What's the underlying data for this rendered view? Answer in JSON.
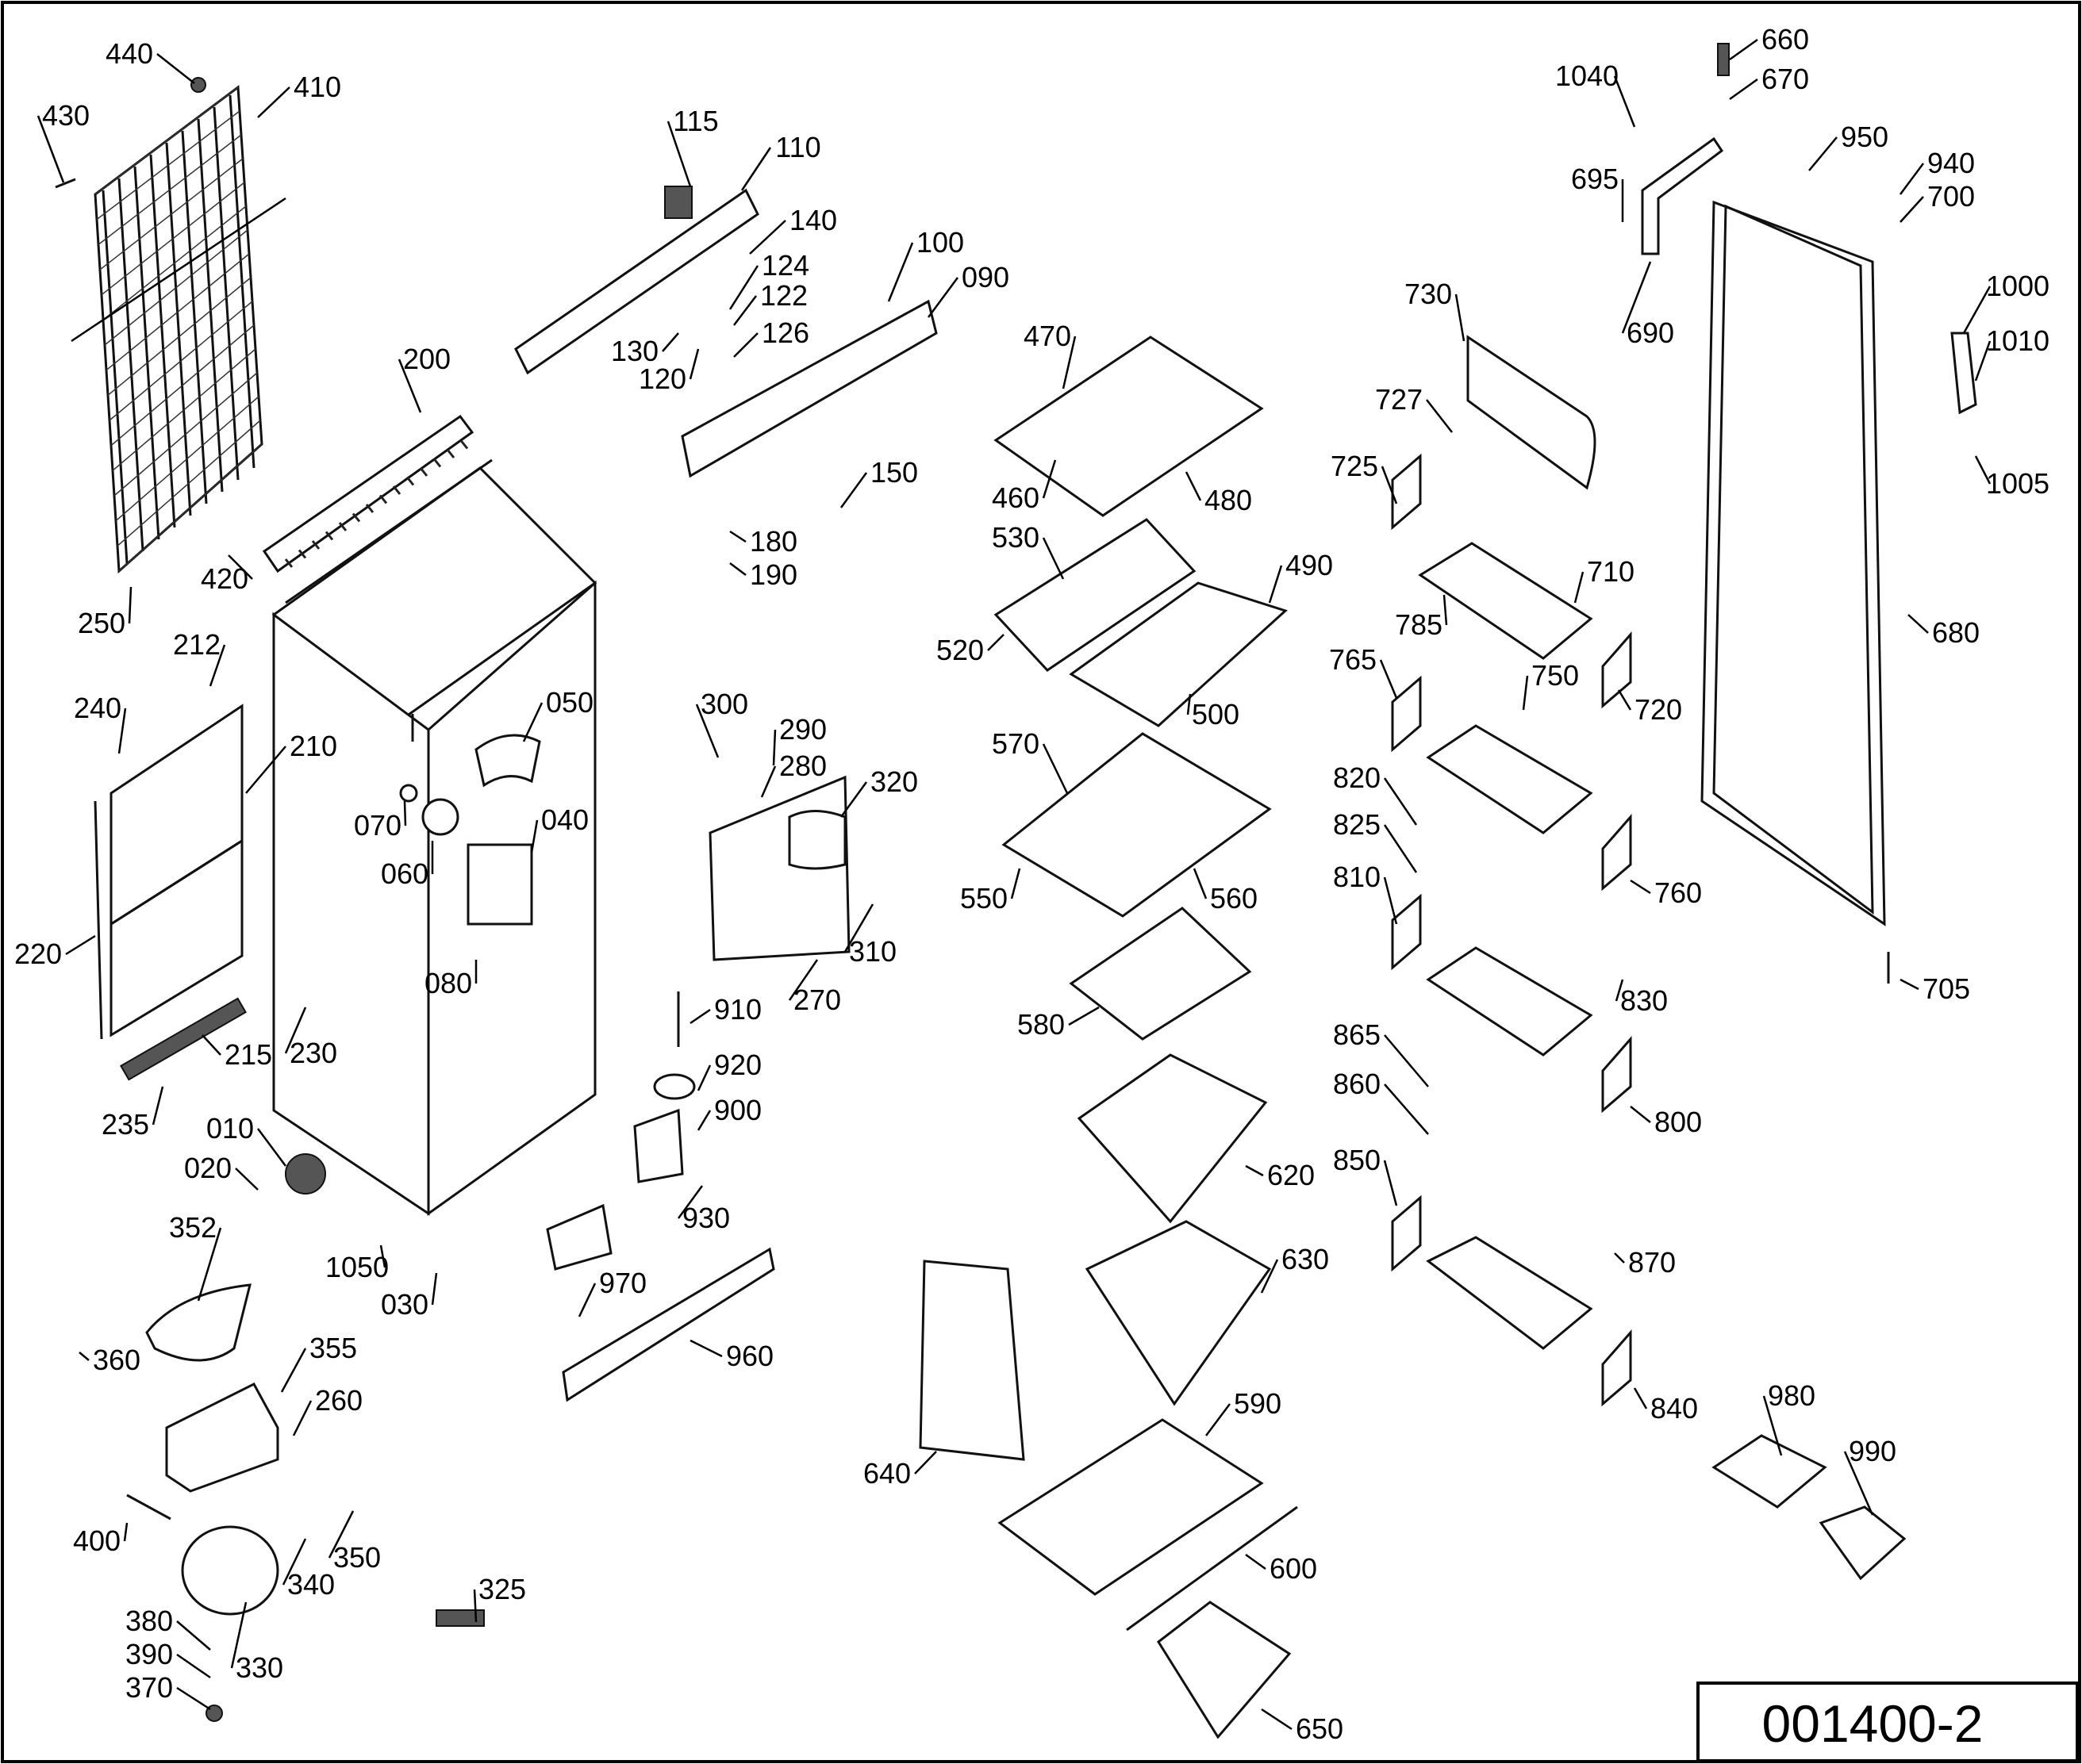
{
  "drawing_code": "001400-2",
  "callouts": [
    "440",
    "410",
    "430",
    "115",
    "110",
    "140",
    "124",
    "122",
    "126",
    "130",
    "120",
    "100",
    "090",
    "660",
    "670",
    "1040",
    "950",
    "940",
    "700",
    "695",
    "690",
    "730",
    "727",
    "1000",
    "1010",
    "1005",
    "200",
    "420",
    "250",
    "212",
    "240",
    "210",
    "220",
    "215",
    "230",
    "235",
    "050",
    "070",
    "060",
    "040",
    "080",
    "010",
    "020",
    "1050",
    "030",
    "150",
    "180",
    "190",
    "300",
    "290",
    "280",
    "320",
    "310",
    "270",
    "910",
    "920",
    "900",
    "930",
    "970",
    "960",
    "352",
    "360",
    "355",
    "260",
    "400",
    "340",
    "350",
    "330",
    "380",
    "390",
    "370",
    "325",
    "470",
    "460",
    "480",
    "530",
    "490",
    "520",
    "500",
    "570",
    "550",
    "560",
    "580",
    "620",
    "630",
    "640",
    "590",
    "600",
    "650",
    "725",
    "785",
    "710",
    "765",
    "750",
    "720",
    "820",
    "825",
    "760",
    "810",
    "830",
    "865",
    "860",
    "850",
    "870",
    "800",
    "840",
    "980",
    "990",
    "680",
    "705"
  ],
  "colors": {
    "line": "#000000",
    "background": "#ffffff"
  }
}
